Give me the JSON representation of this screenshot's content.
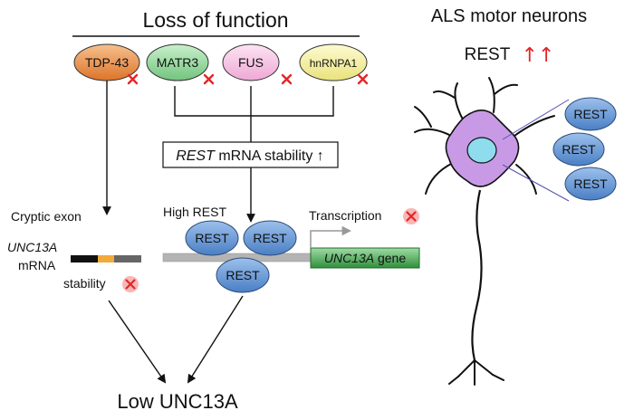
{
  "title": "Loss of function",
  "right_title": "ALS motor neurons",
  "rest_up_label": "REST",
  "rest_up_arrows": "↑↑",
  "proteins": [
    "TDP-43",
    "MATR3",
    "FUS",
    "hnRNPA1"
  ],
  "stability_box": {
    "gene": "REST",
    "text": " mRNA stability ↑"
  },
  "cryptic_exon": "Cryptic exon",
  "mrna": {
    "gene": "UNC13A",
    "label": "mRNA"
  },
  "stability": "stability",
  "high_rest": "High REST",
  "transcription": "Transcription",
  "gene_box": {
    "gene": "UNC13A",
    "label": " gene"
  },
  "rest_label": "REST",
  "bottom_title": "Low UNC13A",
  "colors": {
    "tdp43": "#e98a3c",
    "matr3": "#8fd49a",
    "fus": "#f2b9dd",
    "hnrnpa1": "#f4ef9a",
    "rest": "#5b8fd1",
    "neuron": "#c89ae6",
    "nucleus": "#8fdcef",
    "gene": "#3d9b46",
    "cross": "#e32626"
  }
}
